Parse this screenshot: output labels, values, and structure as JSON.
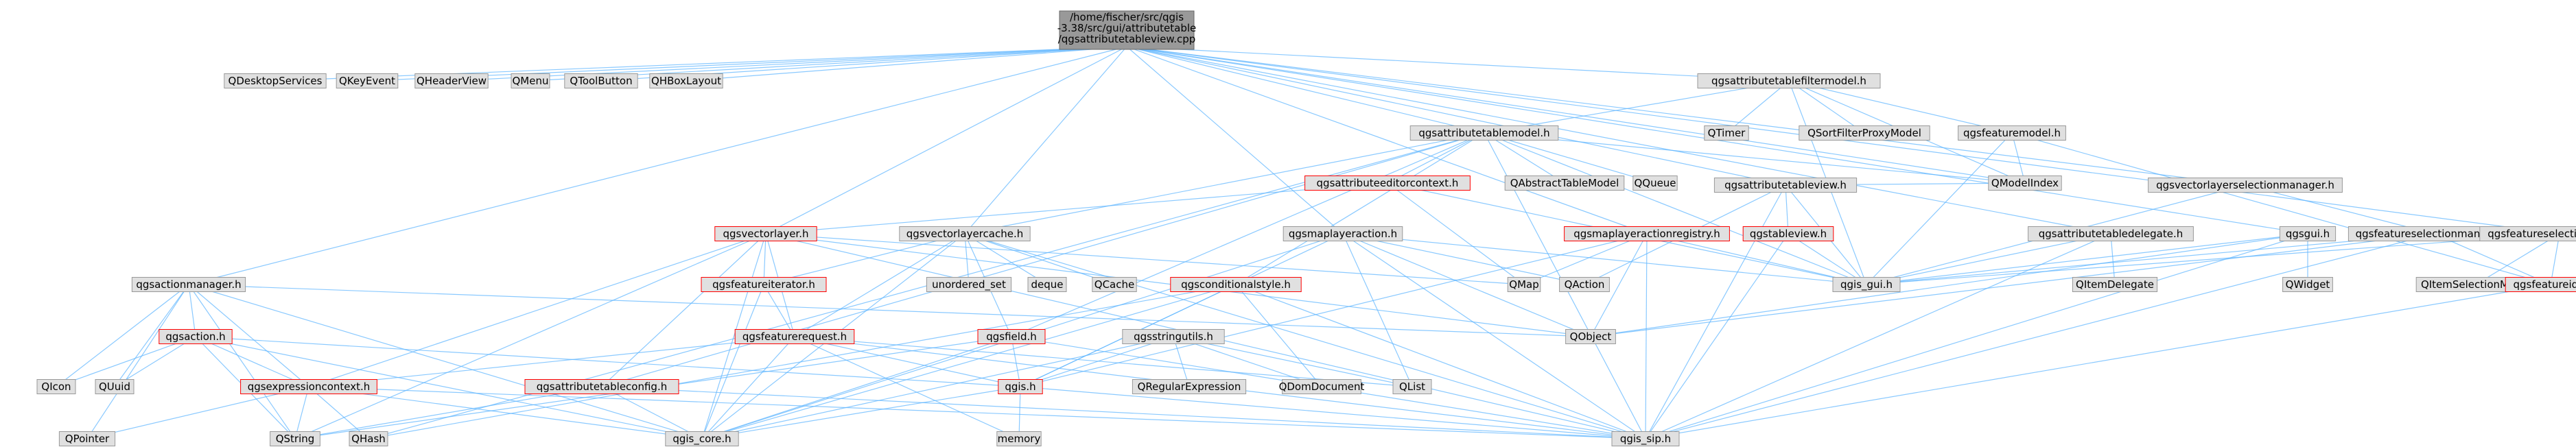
{
  "colors": {
    "edge": "#63b8ff",
    "node_fill": "#e0e0e0",
    "root_fill": "#999999",
    "red_border": "#ff0000",
    "gray_border": "#999999",
    "text": "#000000"
  },
  "root": {
    "lines": [
      "/home/fischer/src/qgis",
      "-3.38/src/gui/attributetable",
      "/qgsattributetableview.cpp"
    ]
  },
  "nodes": {
    "QDesktopServices": "QDesktopServices",
    "QKeyEvent": "QKeyEvent",
    "QHeaderView": "QHeaderView",
    "QMenu": "QMenu",
    "QToolButton": "QToolButton",
    "QHBoxLayout": "QHBoxLayout",
    "qgsattributetablefiltermodel": "qgsattributetablefiltermodel.h",
    "QTimer": "QTimer",
    "QSortFilterProxyModel": "QSortFilterProxyModel",
    "qgsfeaturemodel": "qgsfeaturemodel.h",
    "qgsattributetablemodel": "qgsattributetablemodel.h",
    "QAbstractTableModel": "QAbstractTableModel",
    "QQueue": "QQueue",
    "QModelIndex": "QModelIndex",
    "qgsattributeeditorcontext": "qgsattributeeditorcontext.h",
    "qgsattributetableview": "qgsattributetableview.h",
    "qgsvectorlayerselectionmanager": "qgsvectorlayerselectionmanager.h",
    "qgsvectorlayer": "qgsvectorlayer.h",
    "qgsvectorlayercache": "qgsvectorlayercache.h",
    "qgsmapmayeraction": "qgsmaplayeraction.h",
    "qgsmaplayeractionregistry": "qgsmaplayeractionregistry.h",
    "qgstableview": "qgstableview.h",
    "qgsattributetabledelegate": "qgsattributetabledelegate.h",
    "qgsgui": "qgsgui.h",
    "qgsfeatureselectionmanager": "qgsfeatureselectionmanager.h",
    "qgsfeatureselectionmodel": "qgsfeatureselectionmodel.h",
    "unordered_set": "unordered_set",
    "deque": "deque",
    "QCache": "QCache",
    "QMap": "QMap",
    "QAction": "QAction",
    "qgis_gui": "qgis_gui.h",
    "QItemDelegate": "QItemDelegate",
    "QWidget": "QWidget",
    "QItemSelectionModel": "QItemSelectionModel",
    "qgsfeatureid": "qgsfeatureid.h",
    "qgsactionmanager": "qgsactionmanager.h",
    "qgsfeatureiterator": "qgsfeatureiterator.h",
    "qgsconditionalstyle": "qgsconditionalstyle.h",
    "QObject": "QObject",
    "qgsaction": "qgsaction.h",
    "qgsfeaturerequest": "qgsfeaturerequest.h",
    "qgsfield": "qgsfield.h",
    "qgsstringutils": "qgsstringutils.h",
    "QIcon": "QIcon",
    "QUuid": "QUuid",
    "qgsexpressioncontext": "qgsexpressioncontext.h",
    "qgsattributetableconfig": "qgsattributetableconfig.h",
    "qgis": "qgis.h",
    "QRegularExpression": "QRegularExpression",
    "QDomDocument": "QDomDocument",
    "QList": "QList",
    "QPointer": "QPointer",
    "QString": "QString",
    "QHash": "QHash",
    "qgis_core": "qgis_core.h",
    "memory": "memory",
    "qgis_sip": "qgis_sip.h"
  }
}
